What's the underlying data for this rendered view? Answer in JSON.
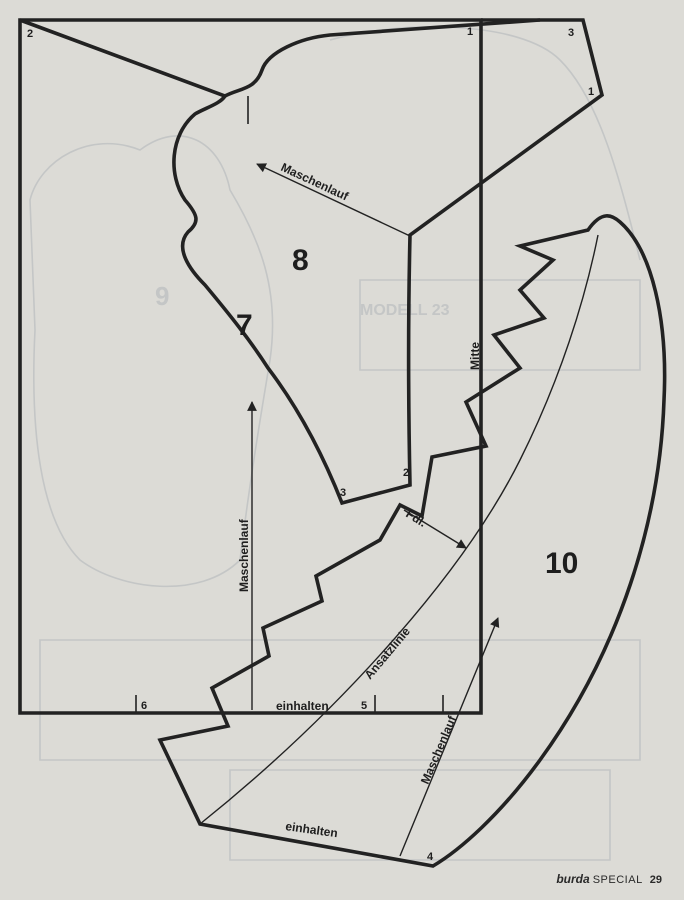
{
  "pieces": {
    "piece_7": "7",
    "piece_8": "8",
    "piece_10": "10"
  },
  "corner_numbers": {
    "rect_top_left": "2",
    "rect_top_right": "1",
    "rect_bottom_6": "6",
    "rect_bottom_5": "5",
    "piece8_corner_3_top": "3",
    "piece8_corner_1": "1",
    "piece7_corner_3": "3",
    "piece7_corner_2": "2",
    "piece10_corner_4": "4"
  },
  "annotations": {
    "maschenlauf_1": "Maschenlauf",
    "maschenlauf_2": "Maschenlauf",
    "maschenlauf_3": "Maschenlauf",
    "mitte": "Mitte",
    "fdl": "Fdl.",
    "ansatzlinie": "Ansatzlinie",
    "einhalten_1": "einhalten",
    "einhalten_2": "einhalten"
  },
  "footer": {
    "brand": "burda",
    "edition": "SPECIAL",
    "page": "29"
  }
}
